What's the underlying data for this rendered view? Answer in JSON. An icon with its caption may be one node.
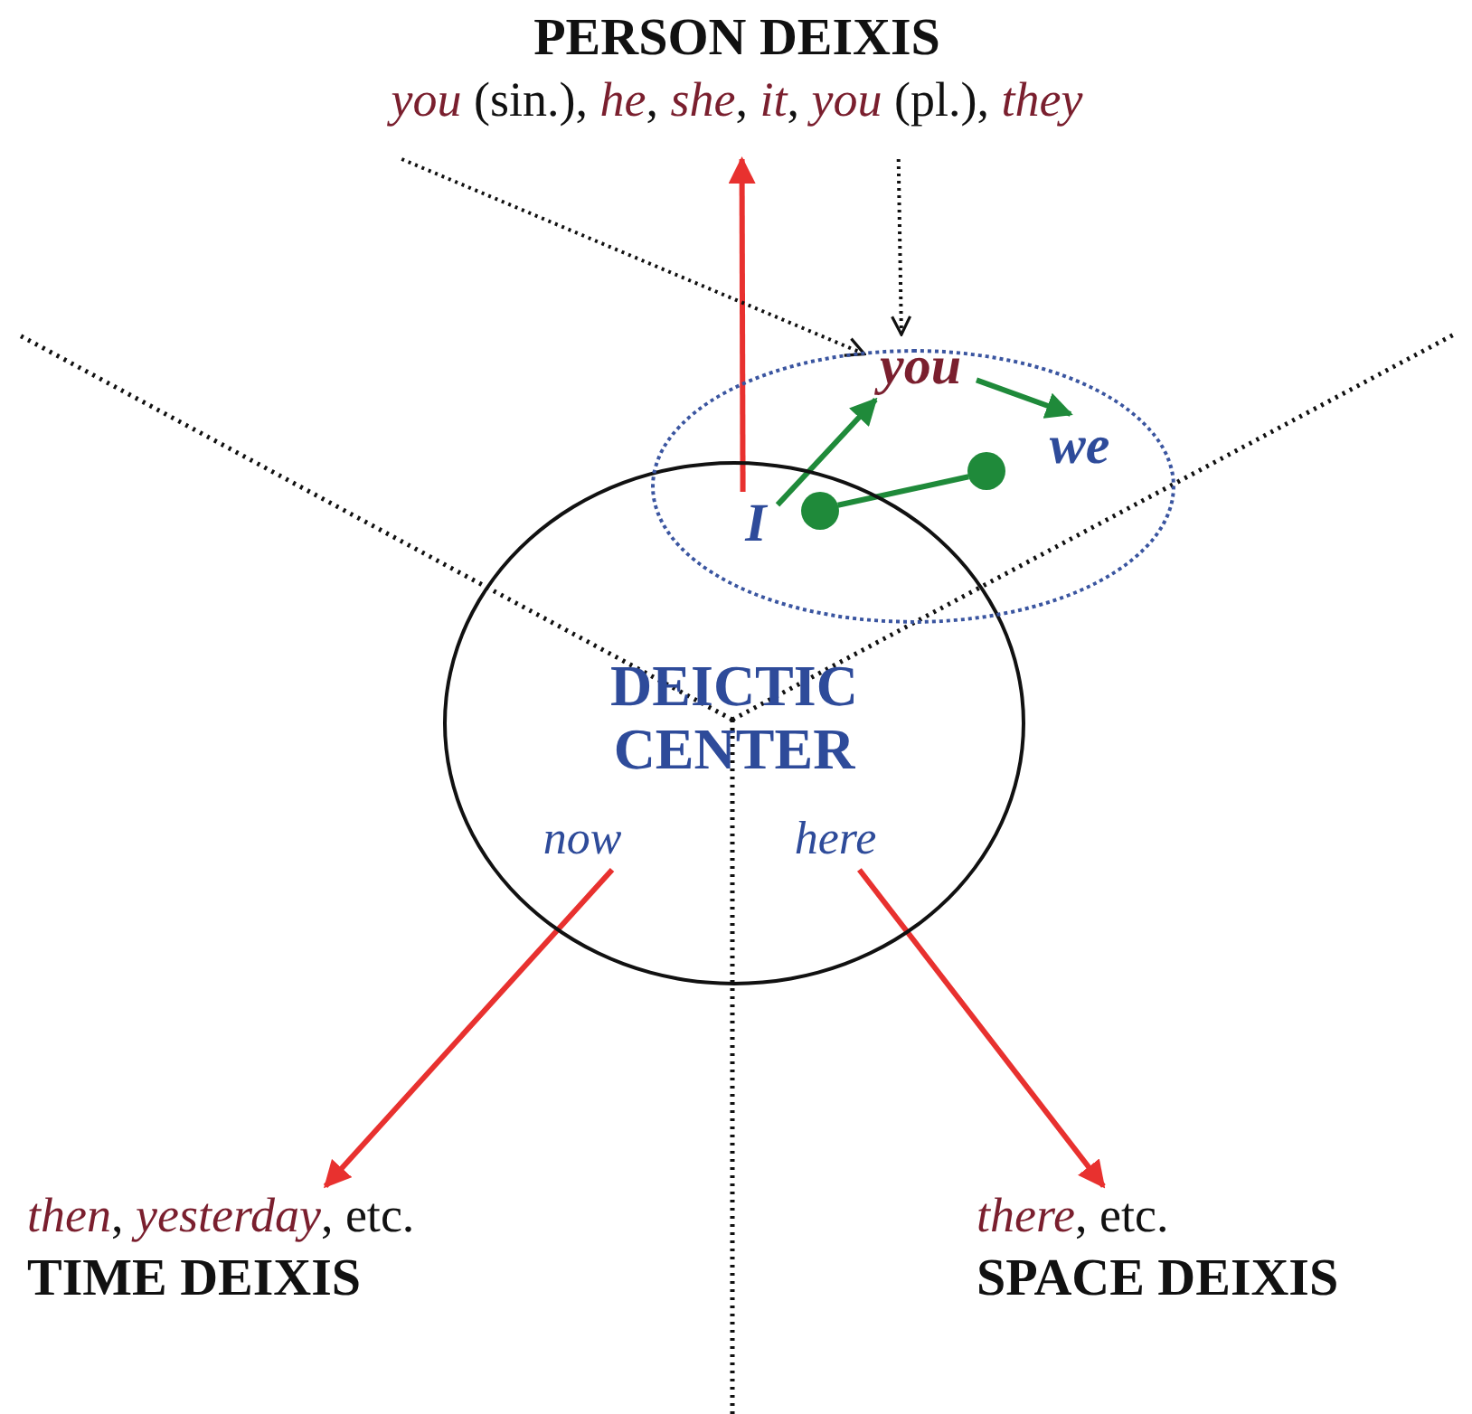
{
  "diagram": {
    "nodes": [
      {
        "text": [
          "PERSON DEIXIS",
          "*you* (sin.), *he*, *she*, *it*, *you* (pl.), *they*"
        ]
      },
      {
        "text": [
          "*then*, *yesterday*, etc.",
          "TIME DEIXIS"
        ]
      },
      {
        "text": [
          "*there*, etc.",
          "SPACE DEIXIS"
        ]
      },
      {
        "text": [
          "DEICTIC CENTER"
        ]
      },
      {
        "text": [
          "now"
        ],
        "in": 3
      },
      {
        "text": [
          "here"
        ],
        "in": 3
      },
      {
        "text": [],
        "shape": "ellipse"
      },
      {
        "text": [
          "I"
        ]
      },
      {
        "text": [
          "you"
        ],
        "in": 6
      },
      {
        "text": [
          "we"
        ],
        "in": 6
      },
      {
        "text": [],
        "shape": "circle"
      },
      {
        "text": [],
        "shape": "circle",
        "in": 6
      }
    ],
    "edges": [
      {
        "from": 7,
        "to": 0,
        "arrow": "to",
        "color": "#e8312f"
      },
      {
        "from": 4,
        "to": 1,
        "arrow": "to",
        "color": "#e8312f"
      },
      {
        "from": 5,
        "to": 2,
        "arrow": "to",
        "color": "#e8312f"
      },
      {
        "from": 7,
        "to": 8,
        "arrow": "to",
        "color": "#1f8a3a"
      },
      {
        "from": 8,
        "to": 9,
        "arrow": "to",
        "color": "#1f8a3a"
      },
      {
        "from": 10,
        "to": 11,
        "arrow": "none",
        "color": "#1f8a3a"
      },
      {
        "from": 0,
        "to": 8,
        "arrow": "to",
        "style": "dashed",
        "color": "#111111"
      },
      {
        "from": 0,
        "to": 8,
        "arrow": "to",
        "style": "dashed",
        "color": "#111111"
      }
    ]
  }
}
